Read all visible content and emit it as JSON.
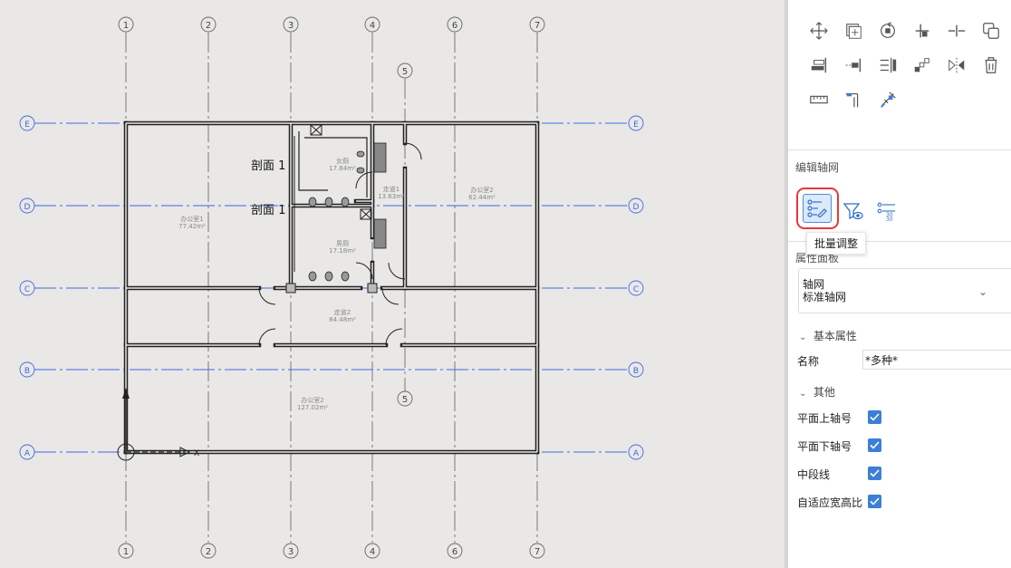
{
  "canvas": {
    "axis_numbers": [
      "1",
      "2",
      "3",
      "4",
      "5",
      "6",
      "7"
    ],
    "axis_letters": [
      "E",
      "D",
      "C",
      "B",
      "A"
    ],
    "section_labels": [
      "剖面 1",
      "剖面 1"
    ],
    "rooms": [
      {
        "name": "女厕",
        "area": "17.84m²"
      },
      {
        "name": "走道1",
        "area": "13.63m²"
      },
      {
        "name": "办公室2",
        "area": "62.44m²"
      },
      {
        "name": "办公室1",
        "area": "77.42m²"
      },
      {
        "name": "男厕",
        "area": "17.18m²"
      },
      {
        "name": "走道2",
        "area": "84.48m²"
      },
      {
        "name": "办公室2",
        "area": "127.02m²"
      }
    ],
    "ucs_x": "X"
  },
  "panel": {
    "toolbar_icons": [
      "move-icon",
      "copy-icon",
      "rotate-icon",
      "trim-icon",
      "split-icon",
      "offset-icon",
      "align-icon",
      "extend-icon",
      "array-icon",
      "pattern-icon",
      "mirror-icon",
      "delete-icon",
      "measure-icon",
      "dim-edit-icon",
      "pin-icon"
    ],
    "edit_axis_title": "编辑轴网",
    "batch_tooltip": "批量调整",
    "props_title": "属性面板",
    "selection": {
      "line1": "轴网",
      "line2": "标准轴网"
    },
    "basic_group": "基本属性",
    "name_label": "名称",
    "name_value": "*多种*",
    "other_group": "其他",
    "checkboxes": [
      {
        "label": "平面上轴号",
        "checked": true
      },
      {
        "label": "平面下轴号",
        "checked": true
      },
      {
        "label": "中段线",
        "checked": true
      },
      {
        "label": "自适应宽高比",
        "checked": true
      }
    ]
  },
  "colors": {
    "accent": "#3c7fd6",
    "highlight": "#e53935",
    "grid_axis": "#4169e1"
  }
}
